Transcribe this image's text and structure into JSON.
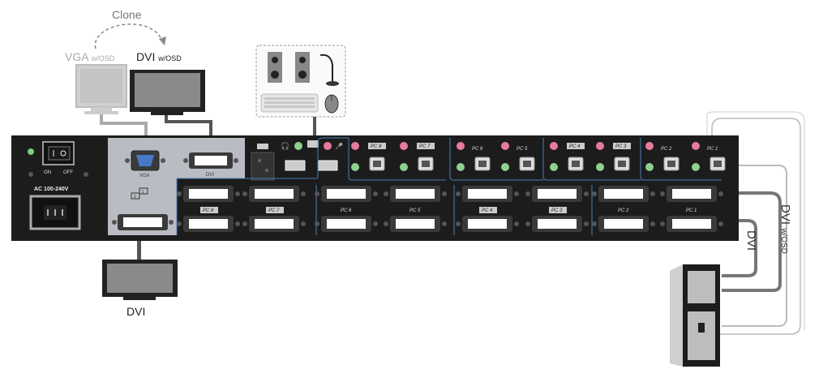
{
  "labels": {
    "clone": "Clone",
    "vga_osd_main": "VGA",
    "vga_osd_sub": "w/OSD",
    "dvi_osd_main": "DVI",
    "dvi_osd_sub": "w/OSD",
    "dvi_bottom": "DVI",
    "cable_dvi_osd_main": "DVI",
    "cable_dvi_osd_sub": "w/OSD",
    "cable_dvi": "DVI"
  },
  "panel": {
    "switch_on": "ON",
    "switch_off": "OFF",
    "power_rating": "AC 100-240V",
    "vga_port": "VGA",
    "dvi_port": "DVI",
    "console2": "2",
    "console1": "1"
  },
  "pc_labels": {
    "audio_row": [
      "PC 8",
      "PC 7",
      "PC 6",
      "PC 5",
      "PC 4",
      "PC 3",
      "PC 2",
      "PC 1"
    ],
    "dvi_row": [
      "PC 8",
      "PC 7",
      "PC 6",
      "PC 5",
      "PC 4",
      "PC 3",
      "PC 2",
      "PC 1"
    ]
  },
  "colors": {
    "chassis": "#1c1c1c",
    "console_panel": "#b9bcc2",
    "divider_blue": "#4a7fb8",
    "audio_pink": "#e87a9a",
    "audio_green": "#8ed08e"
  }
}
